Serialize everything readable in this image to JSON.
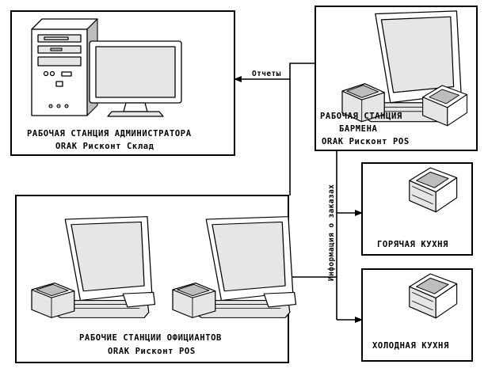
{
  "admin": {
    "title": "РАБОЧАЯ СТАНЦИЯ АДМИНИСТРАТОРА",
    "software": "ORAK Рисконт Склад"
  },
  "bartender": {
    "line1": "РАБОЧАЯ СТАНЦИЯ",
    "line2": "БАРМЕНА",
    "software": "ORAK Рисконт POS"
  },
  "waiters": {
    "title": "РАБОЧИЕ СТАНЦИИ ОФИЦИАНТОВ",
    "software": "ORAK Рисконт POS"
  },
  "hot_kitchen": {
    "label": "ГОРЯЧАЯ КУХНЯ"
  },
  "cold_kitchen": {
    "label": "ХОЛОДНАЯ КУХНЯ"
  },
  "arrows": {
    "reports": "Отчеты",
    "orders_info": "Информация о заказах"
  }
}
